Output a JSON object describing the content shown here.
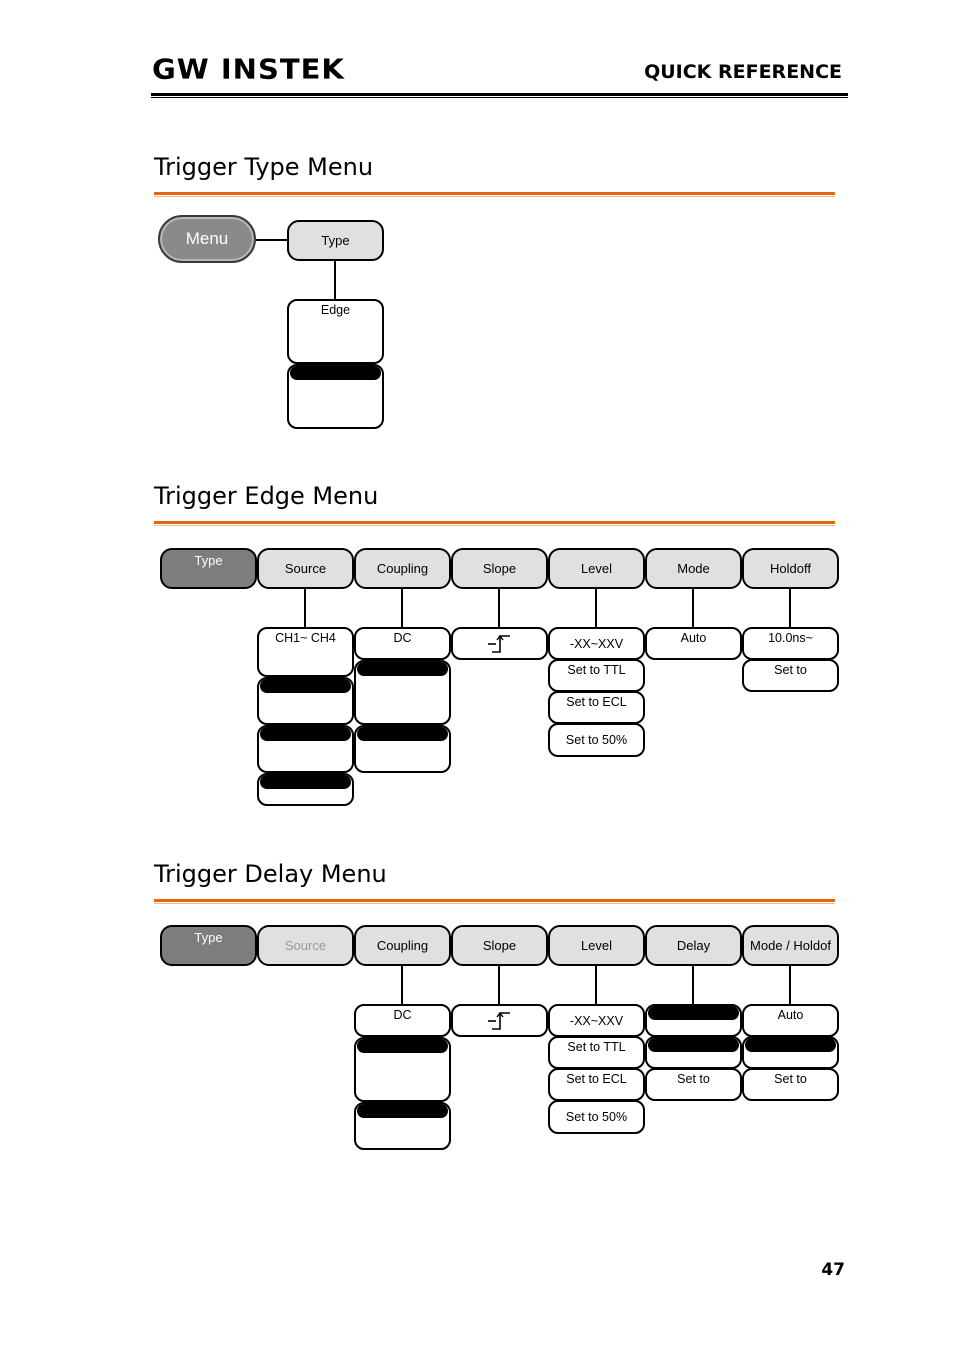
{
  "header": {
    "logo_text": "GW INSTEK",
    "title": "QUICK REFERENCE"
  },
  "sections": {
    "type_menu": {
      "title": "Trigger Type Menu",
      "menu_button": "Menu",
      "type_key": "Type",
      "options": [
        "Edge"
      ]
    },
    "edge_menu": {
      "title": "Trigger Edge Menu",
      "keys": [
        "Type",
        "Source",
        "Coupling",
        "Slope",
        "Level",
        "Mode",
        "Holdoff"
      ],
      "source_options": [
        "CH1~ CH4"
      ],
      "coupling_options": [
        "DC"
      ],
      "level_options": [
        "-XX~XXV",
        "Set to TTL",
        "Set to ECL",
        "Set to 50%"
      ],
      "mode_options": [
        "Auto"
      ],
      "holdoff_options": [
        "10.0ns~",
        "Set to"
      ],
      "slope_icon": "rising-edge-icon"
    },
    "delay_menu": {
      "title": "Trigger Delay Menu",
      "keys": [
        "Type",
        "Source",
        "Coupling",
        "Slope",
        "Level",
        "Delay",
        "Mode / Holdof"
      ],
      "coupling_options": [
        "DC"
      ],
      "level_options": [
        "-XX~XXV",
        "Set to TTL",
        "Set to ECL",
        "Set to 50%"
      ],
      "delay_options": [
        "Set to"
      ],
      "mode_options": [
        "Auto",
        "Set to"
      ],
      "slope_icon": "rising-edge-icon"
    }
  },
  "page_number": "47"
}
